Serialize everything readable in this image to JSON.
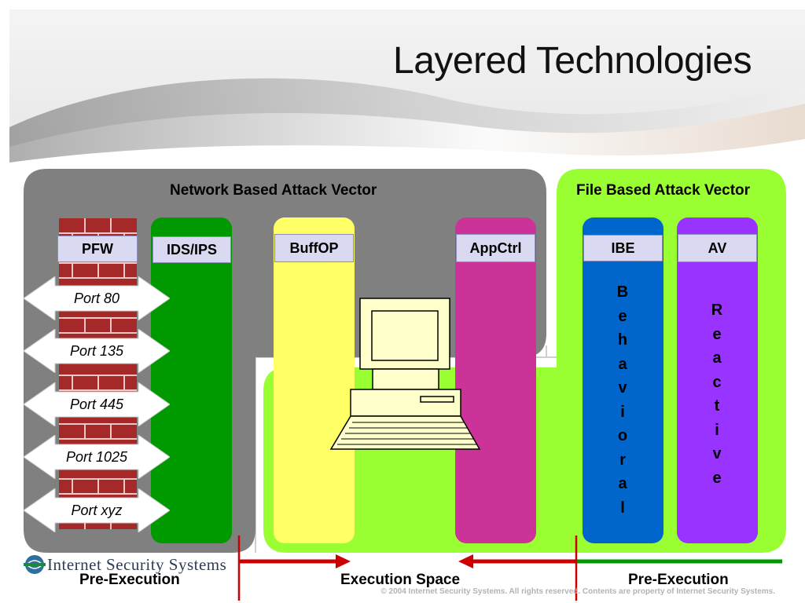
{
  "title": "Layered Technologies",
  "regions": {
    "network": "Network Based Attack Vector",
    "file": "File Based Attack Vector"
  },
  "columns": {
    "pfw": "PFW",
    "ids_ips": "IDS/IPS",
    "buffop": "BuffOP",
    "appctrl": "AppCtrl",
    "ibe": "IBE",
    "av": "AV"
  },
  "ports": [
    "Port 80",
    "Port 135",
    "Port 445",
    "Port 1025",
    "Port xyz"
  ],
  "vertical_words": {
    "behavioral": [
      "B",
      "e",
      "h",
      "a",
      "v",
      "i",
      "o",
      "r",
      "a",
      "l"
    ],
    "reactive": [
      "R",
      "e",
      "a",
      "c",
      "t",
      "i",
      "v",
      "e"
    ]
  },
  "bottom": {
    "pre_execution_left": "Pre-Execution",
    "execution_space": "Execution Space",
    "pre_execution_right": "Pre-Execution"
  },
  "logo": "Internet Security Systems",
  "copyright": "© 2004 Internet Security Systems. All rights reserved. Contents are property of Internet Security Systems.",
  "colors": {
    "network_panel": "#808080",
    "file_panel": "#99ff33",
    "ids_ips": "#009900",
    "buffop": "#ffff66",
    "appctrl": "#cc3399",
    "ibe": "#0066cc",
    "av": "#9933ff",
    "arrow": "#cc0000",
    "line": "#009900"
  }
}
